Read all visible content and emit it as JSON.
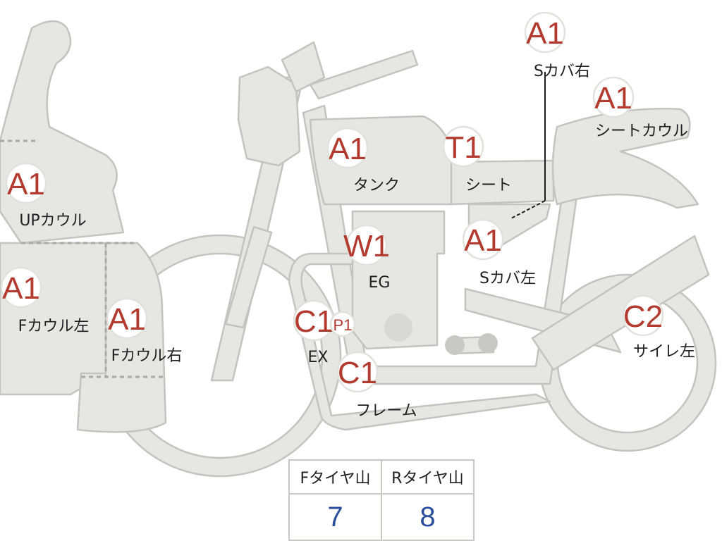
{
  "parts": [
    {
      "grade": "A1",
      "label": "Sカバ右"
    },
    {
      "grade": "A1",
      "label": "シートカウル"
    },
    {
      "grade": "A1",
      "label": "タンク"
    },
    {
      "grade": "T1",
      "label": "シート"
    },
    {
      "grade": "A1",
      "label": "UPカウル"
    },
    {
      "grade": "W1",
      "label": "EG"
    },
    {
      "grade": "A1",
      "label": "Sカバ左"
    },
    {
      "grade": "A1",
      "label": "Fカウル左"
    },
    {
      "grade": "A1",
      "label": "Fカウル右"
    },
    {
      "grade": "C1",
      "label": "EX"
    },
    {
      "grade": "P1",
      "label": ""
    },
    {
      "grade": "C1",
      "label": "フレーム"
    },
    {
      "grade": "C2",
      "label": "サイレ左"
    }
  ],
  "tire_table": {
    "front_label": "Fタイヤ山",
    "rear_label": "Rタイヤ山",
    "front_value": "7",
    "rear_value": "8"
  },
  "colors": {
    "grade_text": "#b23a2f",
    "tire_value_text": "#2a4d9b",
    "part_fill": "#e6e6e2"
  }
}
